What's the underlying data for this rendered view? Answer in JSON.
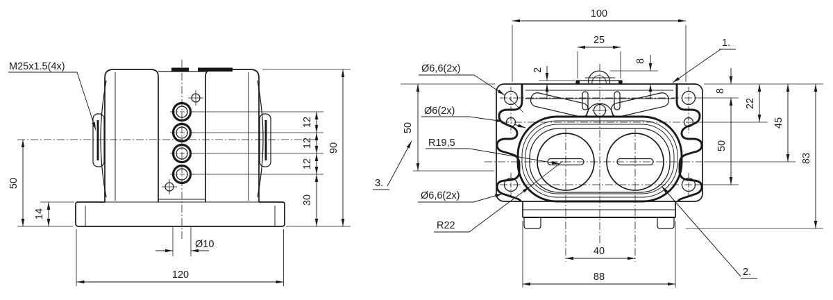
{
  "front_view": {
    "thread_callout": "M25x1.5(4x)",
    "dims": {
      "height_50": "50",
      "base_height_14": "14",
      "base_width_120": "120",
      "hole_diameter": "Ø10",
      "pitch_1": "12",
      "pitch_2": "12",
      "pitch_3": "12",
      "bottom_offset_30": "30",
      "overall_height_90": "90"
    }
  },
  "top_view": {
    "dims": {
      "overall_width_100": "100",
      "boss_width_25": "25",
      "step_2": "2",
      "dome_offset_8": "8",
      "left_height_50": "50",
      "edge_offset_8": "8",
      "hole_offset_22": "22",
      "center_offset_45": "45",
      "hole_pitch_50": "50",
      "overall_height_83": "83",
      "slot_pitch_40": "40",
      "body_width_88": "88"
    },
    "callouts": {
      "item_1": "1.",
      "item_2": "2.",
      "item_3": "3.",
      "top_corner_holes": "Ø6,6(2x)",
      "side_holes": "Ø6(2x)",
      "bore_radius": "R19,5",
      "bottom_corner_holes": "Ø6,6(2x)",
      "seal_radius": "R22"
    }
  },
  "colors": {
    "line_color": "#1a1a1a",
    "background": "#ffffff"
  }
}
